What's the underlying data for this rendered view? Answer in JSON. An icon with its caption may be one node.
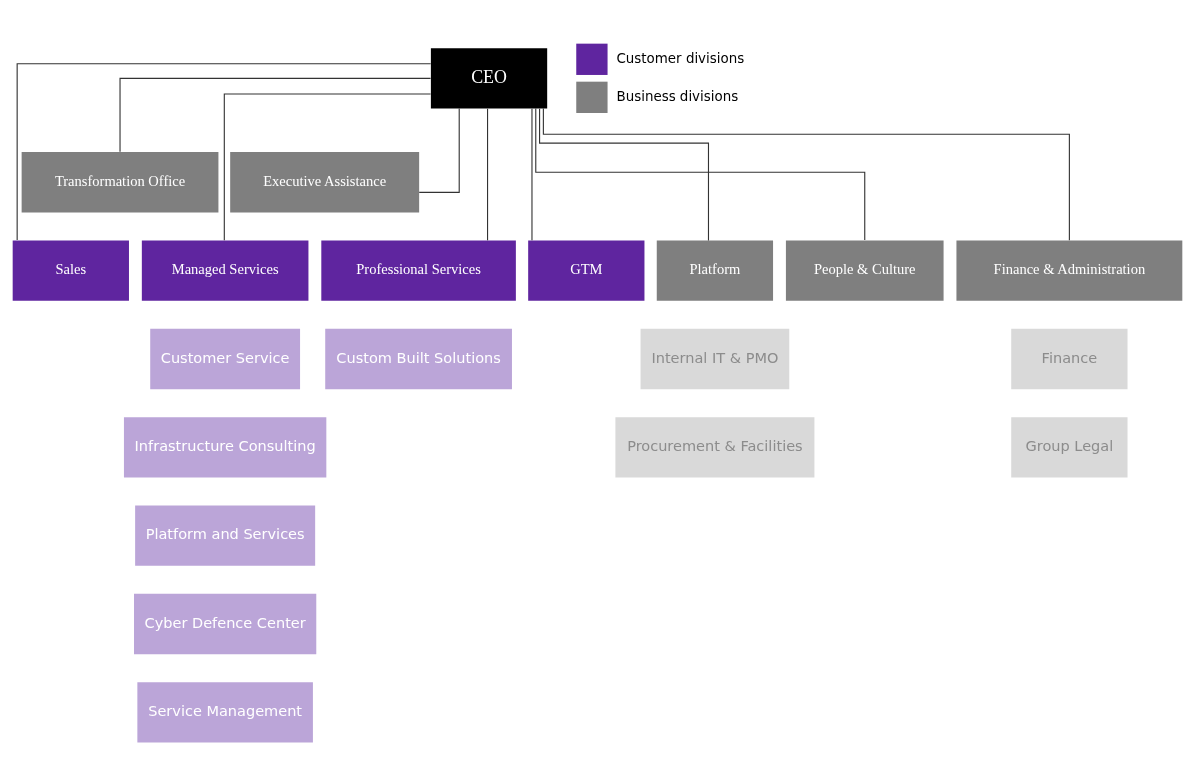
{
  "diagram": {
    "nodes": [
      {
        "text": [
          "CEO"
        ]
      },
      {
        "text": [
          "Transformation Office"
        ]
      },
      {
        "text": [
          "Executive Assistance"
        ]
      },
      {
        "text": [
          "Sales"
        ]
      },
      {
        "text": [
          "Managed Services"
        ]
      },
      {
        "text": [
          "Professional Services"
        ]
      },
      {
        "text": [
          "GTM"
        ]
      },
      {
        "text": [
          "Platform"
        ]
      },
      {
        "text": [
          "People & Culture"
        ]
      },
      {
        "text": [
          "Finance & Administration"
        ]
      },
      {
        "text": [
          "Customer Service"
        ]
      },
      {
        "text": [
          "Infrastructure Consulting"
        ]
      },
      {
        "text": [
          "Platform and Services"
        ]
      },
      {
        "text": [
          "Cyber Defence Center"
        ]
      },
      {
        "text": [
          "Service Management"
        ]
      },
      {
        "text": [
          "Custom Built Solutions"
        ]
      },
      {
        "text": [
          "Internal IT & PMO"
        ]
      },
      {
        "text": [
          "Procurement & Facilities"
        ]
      },
      {
        "text": [
          "Finance"
        ]
      },
      {
        "text": [
          "Group Legal"
        ]
      }
    ],
    "edges": [
      {
        "from": 0,
        "to": 1,
        "arrow": "none"
      },
      {
        "from": 0,
        "to": 2,
        "arrow": "none"
      },
      {
        "from": 0,
        "to": 3,
        "arrow": "none"
      },
      {
        "from": 0,
        "to": 4,
        "arrow": "none"
      },
      {
        "from": 0,
        "to": 5,
        "arrow": "none"
      },
      {
        "from": 0,
        "to": 6,
        "arrow": "none"
      },
      {
        "from": 0,
        "to": 7,
        "arrow": "none"
      },
      {
        "from": 0,
        "to": 8,
        "arrow": "none"
      },
      {
        "from": 0,
        "to": 9,
        "arrow": "none"
      }
    ],
    "legend": [
      {
        "text": "Customer divisions",
        "color": "#5f259f"
      },
      {
        "text": "Business divisions",
        "color": "#7f7f7f"
      }
    ]
  }
}
